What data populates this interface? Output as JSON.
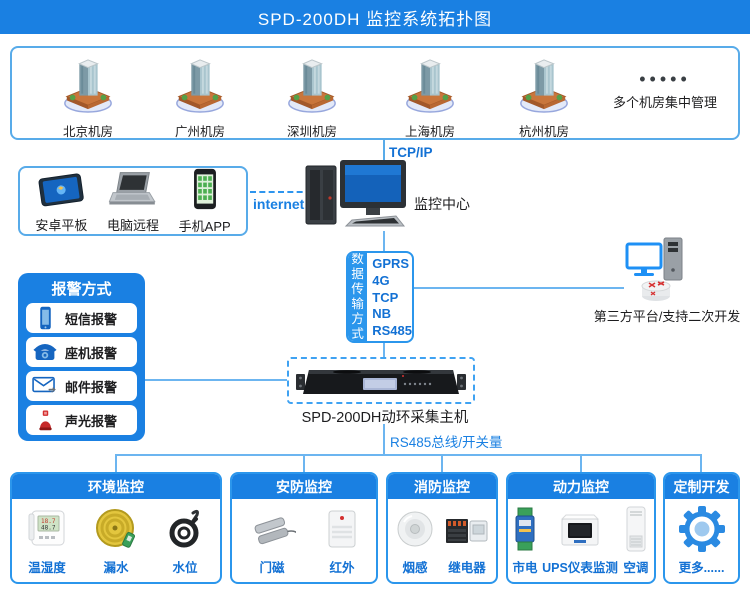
{
  "title": "SPD-200DH 监控系统拓扑图",
  "rooms": {
    "items": [
      {
        "label": "北京机房"
      },
      {
        "label": "广州机房"
      },
      {
        "label": "深圳机房"
      },
      {
        "label": "上海机房"
      },
      {
        "label": "杭州机房"
      }
    ],
    "more_dots": "•••••",
    "more_label": "多个机房集中管理"
  },
  "remote": {
    "items": [
      {
        "label": "安卓平板"
      },
      {
        "label": "电脑远程"
      },
      {
        "label": "手机APP"
      }
    ],
    "internet_label": "internet"
  },
  "center": {
    "tcpip_label": "TCP/IP",
    "label": "监控中心"
  },
  "transmission": {
    "title": "数据传输方式",
    "modes": [
      "GPRS",
      "4G",
      "TCP",
      "NB",
      "RS485"
    ]
  },
  "third_party": {
    "label": "第三方平台/支持二次开发"
  },
  "alarm": {
    "title": "报警方式",
    "items": [
      {
        "label": "短信报警"
      },
      {
        "label": "座机报警"
      },
      {
        "label": "邮件报警"
      },
      {
        "label": "声光报警"
      }
    ]
  },
  "collector": {
    "label": "SPD-200DH动环采集主机"
  },
  "bus": {
    "label": "RS485总线/开关量"
  },
  "groups": [
    {
      "title": "环境监控",
      "items": [
        {
          "label": "温湿度"
        },
        {
          "label": "漏水"
        },
        {
          "label": "水位"
        }
      ]
    },
    {
      "title": "安防监控",
      "items": [
        {
          "label": "门磁"
        },
        {
          "label": "红外"
        }
      ]
    },
    {
      "title": "消防监控",
      "items": [
        {
          "label": "烟感"
        },
        {
          "label": "继电器"
        }
      ]
    },
    {
      "title": "动力监控",
      "items": [
        {
          "label": "市电"
        },
        {
          "label": "UPS仪表监测"
        },
        {
          "label": "空调"
        }
      ]
    },
    {
      "title": "定制开发",
      "items": [
        {
          "label": "更多......"
        }
      ]
    }
  ],
  "colors": {
    "primary_blue": "#1a80e2",
    "strip_blue": "#2b96ec",
    "border_blue": "#58abe9",
    "line_blue": "#6cb5f0",
    "text_blue": "#1371d4"
  }
}
